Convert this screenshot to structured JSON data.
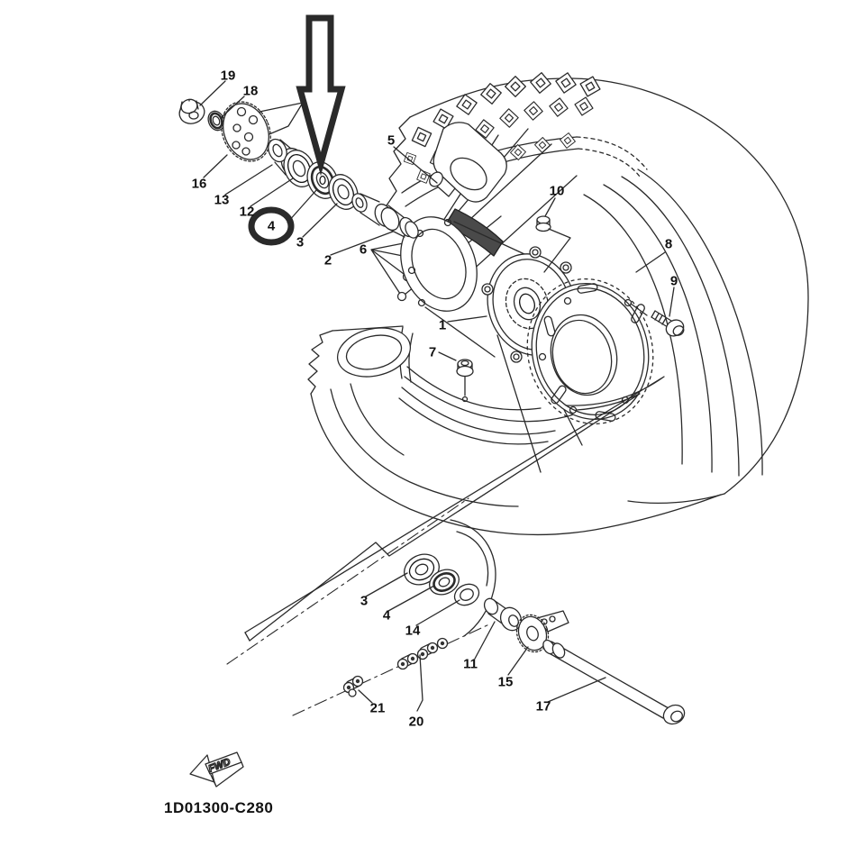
{
  "footer": {
    "part_code": "1D01300-C280",
    "fwd_label": "FWD"
  },
  "highlight": {
    "color": "#d91515",
    "arrow_target_part": "4",
    "circled_part": "4"
  },
  "labels": [
    "19",
    "18",
    "16",
    "13",
    "12",
    "4",
    "3",
    "2",
    "5",
    "6",
    "10",
    "8",
    "9",
    "1",
    "7",
    "3",
    "4",
    "14",
    "11",
    "15",
    "17",
    "21",
    "20"
  ]
}
